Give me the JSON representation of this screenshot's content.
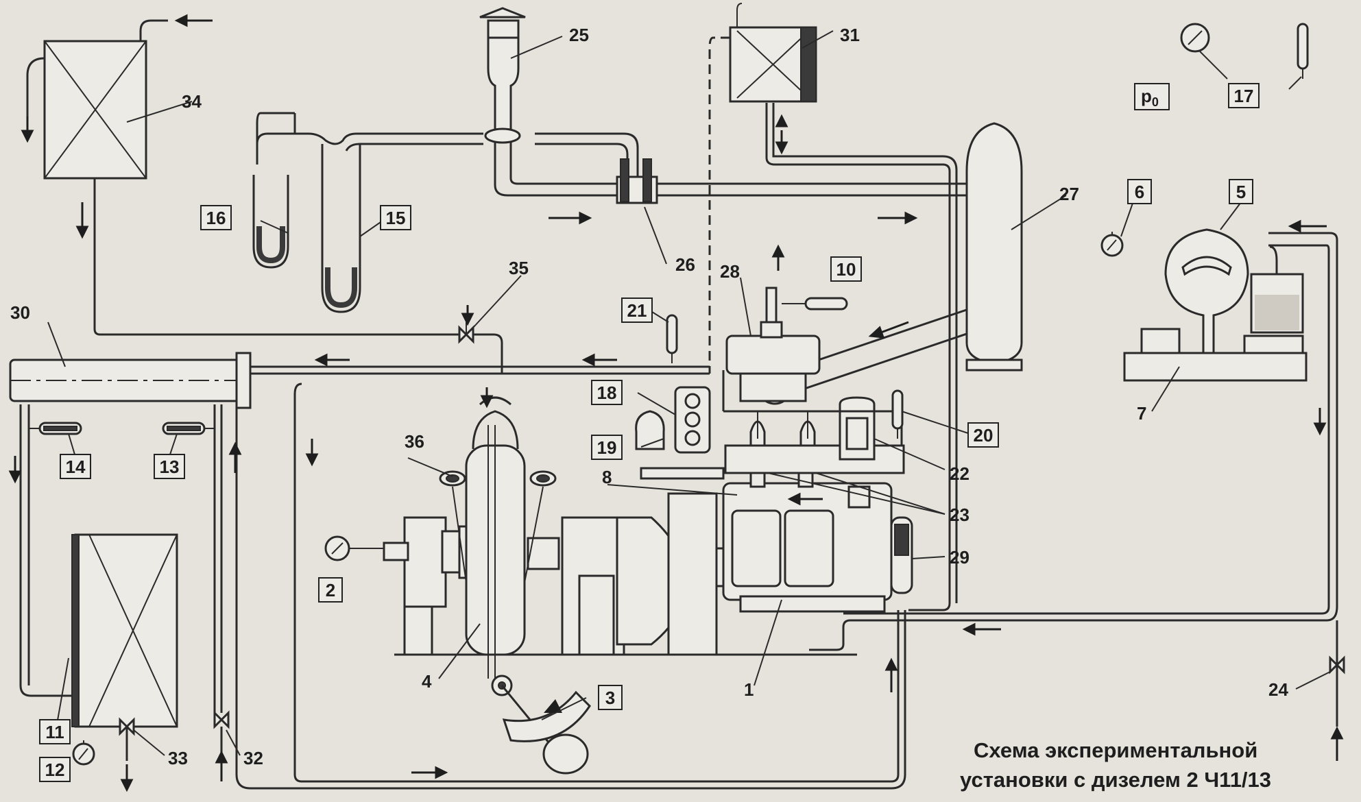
{
  "title": {
    "line1": "Схема экспериментальной",
    "line2": "установки с дизелем  2 Ч11/13"
  },
  "labels": {
    "n1": "1",
    "n2": "2",
    "n3": "3",
    "n4": "4",
    "n5": "5",
    "n6": "6",
    "n7": "7",
    "n8": "8",
    "n10": "10",
    "n11": "11",
    "n12": "12",
    "n13": "13",
    "n14": "14",
    "n15": "15",
    "n16": "16",
    "n17": "17",
    "n18": "18",
    "n19": "19",
    "n20": "20",
    "n21": "21",
    "n22": "22",
    "n23": "23",
    "n24": "24",
    "n25": "25",
    "n26": "26",
    "n27": "27",
    "n28": "28",
    "n29": "29",
    "n30": "30",
    "n31": "31",
    "n32": "32",
    "n33": "33",
    "n34": "34",
    "n35": "35",
    "n36": "36",
    "p0_main": "p",
    "p0_sub": "0"
  },
  "colors": {
    "paper": "#e6e3dc",
    "ink": "#2a2a2a"
  }
}
